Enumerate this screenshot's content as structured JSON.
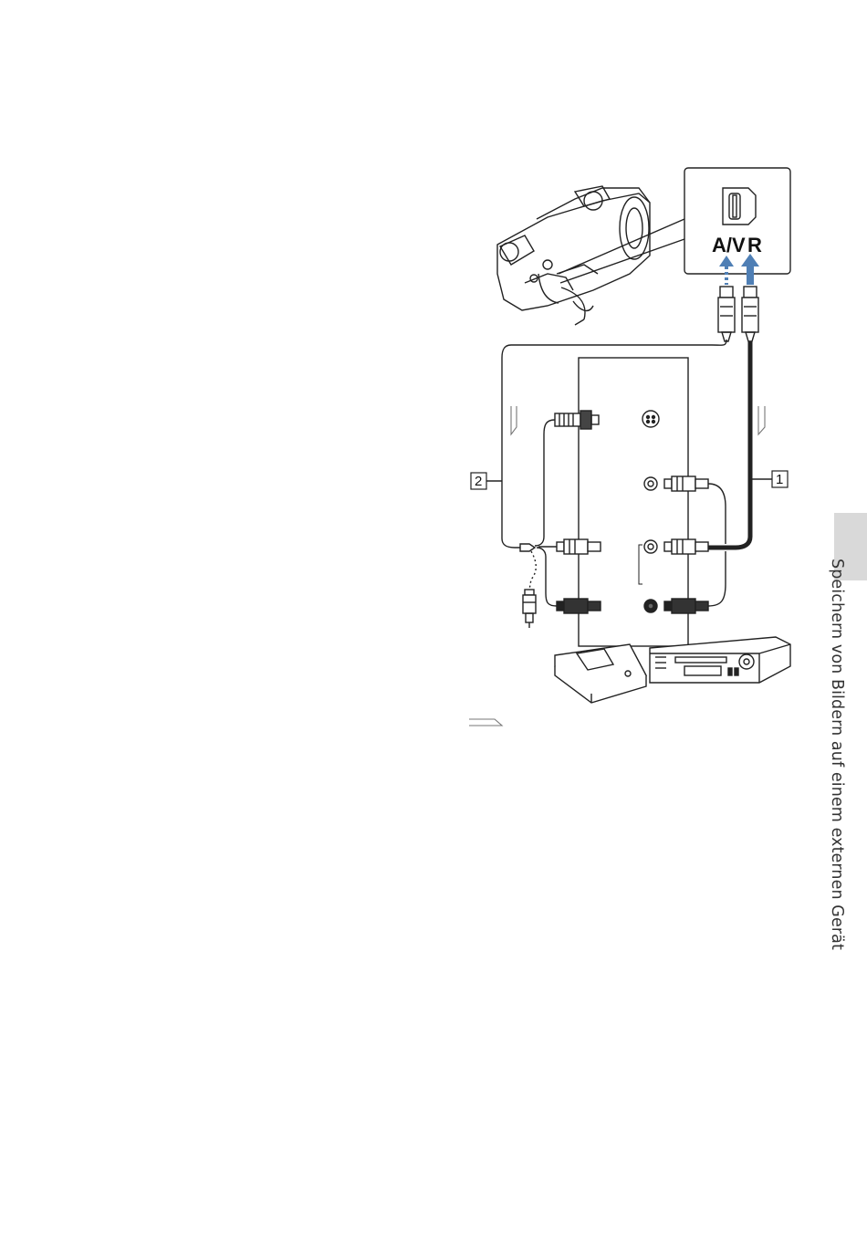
{
  "port_labels": {
    "av": "A/V",
    "r": "R"
  },
  "callouts": {
    "cable_1": "1",
    "cable_2": "2"
  },
  "side_title": "Speichern von Bildern auf einem externen Gerät",
  "colors": {
    "arrow_blue": "#4f7fb5",
    "cable": "#222222",
    "tab_gray": "#d9d9d9"
  },
  "icons": [
    "camcorder-icon",
    "av-r-jack-icon",
    "signal-flow-arrow-icon",
    "s-video-jack-icon",
    "rca-jack-icon",
    "dvd-writer-icon",
    "vcr-icon"
  ]
}
